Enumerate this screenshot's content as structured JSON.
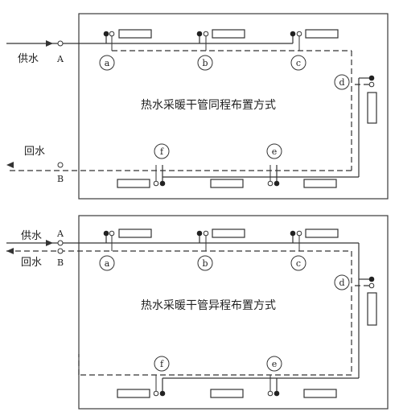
{
  "top": {
    "title": "热水采暖干管同程布置方式",
    "supply_label": "供水",
    "return_label": "回水",
    "port_a": "A",
    "port_b": "B",
    "markers": [
      "a",
      "b",
      "c",
      "d",
      "e",
      "f"
    ]
  },
  "bottom": {
    "title": "热水采暖干管异程布置方式",
    "supply_label": "供水",
    "return_label": "回水",
    "port_a": "A",
    "port_b": "B",
    "markers": [
      "a",
      "b",
      "c",
      "d",
      "e",
      "f"
    ]
  }
}
